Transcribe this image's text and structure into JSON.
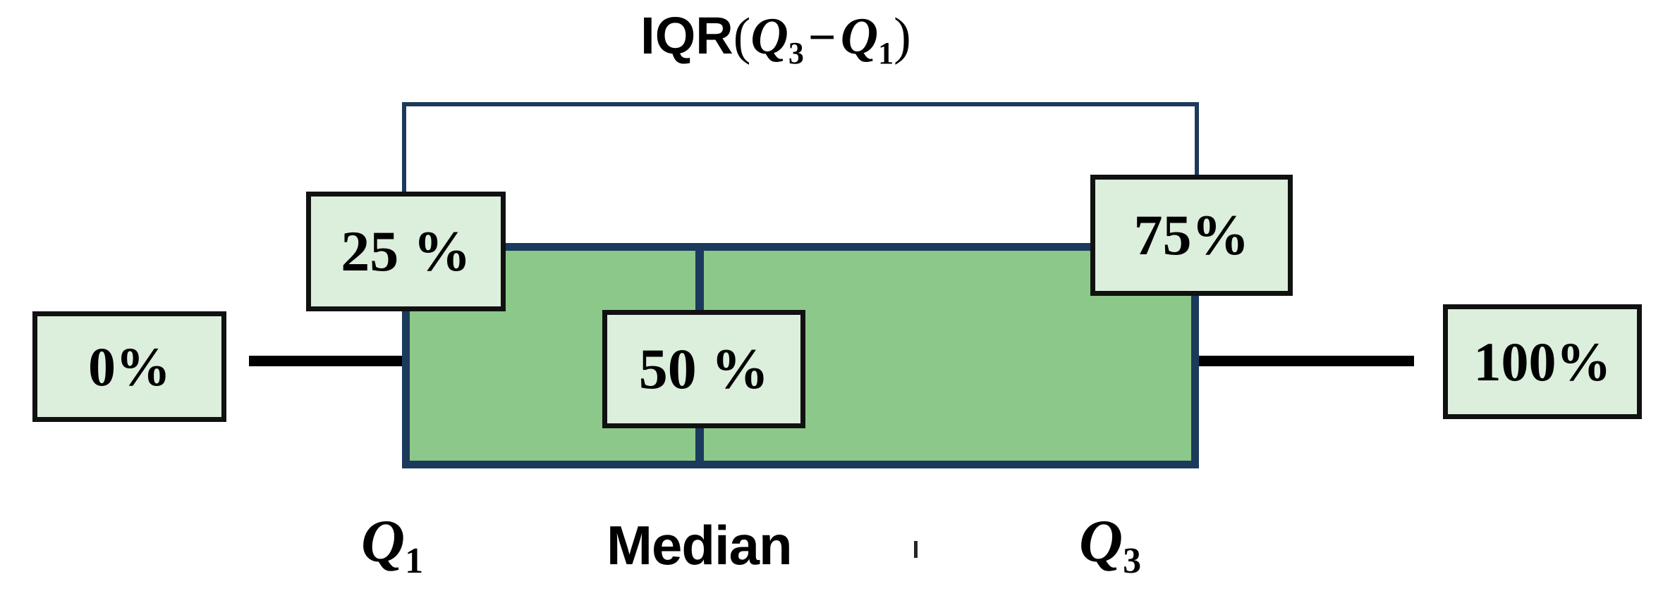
{
  "title": {
    "iqr_word": "IQR",
    "open_paren": "(",
    "q3_letter": "Q",
    "q3_sub": "3",
    "minus": "−",
    "q1_letter": "Q",
    "q1_sub": "1",
    "close_paren": ")",
    "full_text": "IQR (Q3 − Q1)"
  },
  "tags": {
    "min": "0%",
    "q1": "25 %",
    "median": "50 %",
    "q3": "75%",
    "max": "100%"
  },
  "axis_labels": {
    "q1_letter": "Q",
    "q1_sub": "1",
    "median": "Median",
    "q3_letter": "Q",
    "q3_sub": "3"
  },
  "colors": {
    "box_fill": "#8CC88A",
    "box_border": "#1B3A5C",
    "tag_fill": "#DCEEDC",
    "tag_border": "#111111",
    "whisker": "#000000",
    "background": "#FFFFFF"
  },
  "chart_data": {
    "type": "box",
    "title": "IQR (Q3 − Q1)",
    "orientation": "horizontal",
    "percentile_markers": [
      {
        "label": "0%",
        "percentile": 0,
        "role": "minimum / lower whisker end"
      },
      {
        "label": "25 %",
        "percentile": 25,
        "role": "Q1 / first quartile"
      },
      {
        "label": "50 %",
        "percentile": 50,
        "role": "Median / second quartile"
      },
      {
        "label": "75%",
        "percentile": 75,
        "role": "Q3 / third quartile"
      },
      {
        "label": "100%",
        "percentile": 100,
        "role": "maximum / upper whisker end"
      }
    ],
    "annotations": [
      "IQR (Q3 − Q1)",
      "Q1",
      "Median",
      "Q3"
    ],
    "xlabel": "",
    "ylabel": "",
    "grid": false,
    "legend": "none"
  }
}
